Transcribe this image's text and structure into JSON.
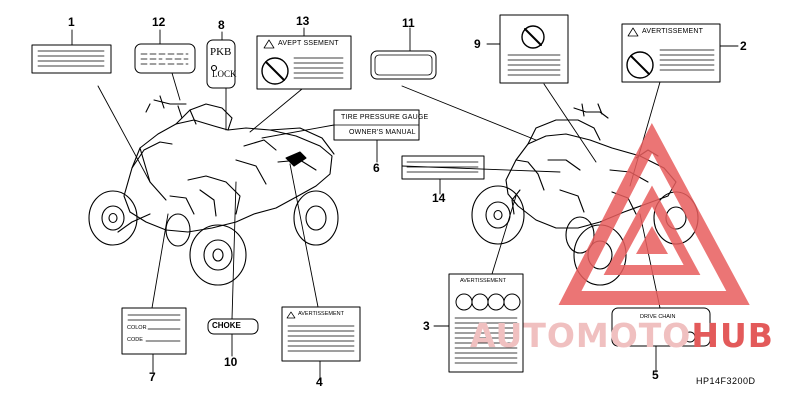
{
  "callouts": [
    "1",
    "2",
    "3",
    "4",
    "5",
    "6",
    "7",
    "8",
    "9",
    "10",
    "11",
    "12",
    "13",
    "14"
  ],
  "labels": {
    "warning_13": "AVEPT SSEMENT",
    "warning_2": "AVERTISSEMENT",
    "warning_4": "AVERTISSEMENT",
    "warning_3": "AVERTISSEMENT",
    "tire_pressure": "TIRE PRESSURE GAUGE",
    "owners_manual": "OWNER'S MANUAL",
    "drive_chain": "DRIVE CHAIN",
    "color_field": "COLOR",
    "code_field": "CODE",
    "park_top": "PKB",
    "park_bottom": "LOCK",
    "choke": "CHOKE"
  },
  "diagram_code": "HP14F3200D",
  "watermark": {
    "part1": "AUTOMOTO",
    "part2": "HUB",
    "color_light": "#f2c4c4",
    "color_dark": "#e35a5a"
  }
}
